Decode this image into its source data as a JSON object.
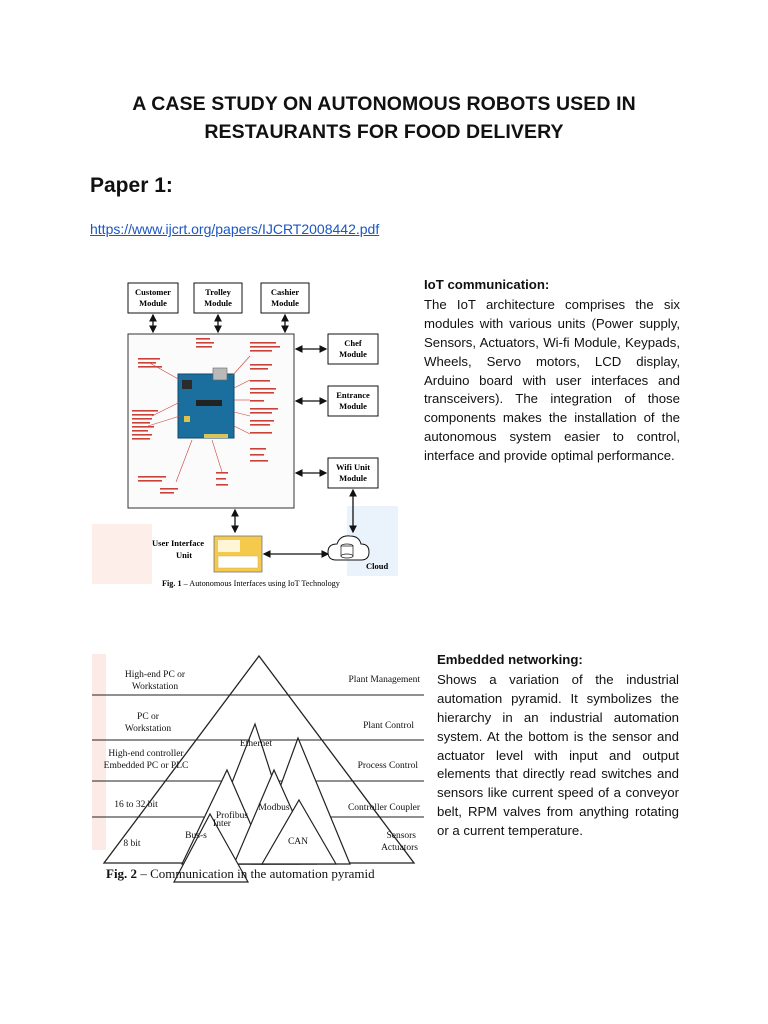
{
  "doc": {
    "title_line1": "A CASE STUDY ON AUTONOMOUS ROBOTS USED IN",
    "title_line2": "RESTAURANTS FOR FOOD DELIVERY",
    "paper_heading": "Paper 1:",
    "link": "https://www.ijcrt.org/papers/IJCRT2008442.pdf"
  },
  "section1": {
    "heading": "IoT communication:",
    "body": "The IoT architecture comprises the six modules with various units (Power supply, Sensors, Actuators, Wi-fi Module, Keypads, Wheels, Servo motors, LCD display, Arduino board with user interfaces and transceivers). The integration of those components makes the installation of the autonomous system easier to control, interface and provide optimal performance."
  },
  "section2": {
    "heading": "Embedded networking:",
    "body": "Shows a variation of the industrial automation pyramid. It symbolizes the hierarchy in an industrial automation system. At the bottom is the sensor and actuator level with input and output elements that directly read switches and sensors like current speed of a conveyor belt, RPM valves from anything rotating or a current temperature."
  },
  "figure1": {
    "customer_l1": "Customer",
    "customer_l2": "Module",
    "trolley_l1": "Trolley",
    "trolley_l2": "Module",
    "cashier_l1": "Cashier",
    "cashier_l2": "Module",
    "chef_l1": "Chef",
    "chef_l2": "Module",
    "entrance_l1": "Entrance",
    "entrance_l2": "Module",
    "wifi_l1": "Wifi Unit",
    "wifi_l2": "Module",
    "ui_l1": "User Interface",
    "ui_l2": "Unit",
    "cloud": "Cloud",
    "caption_prefix": "Fig. 1",
    "caption_text": " – Autonomous Interfaces using IoT Technology"
  },
  "figure2": {
    "left_labels": [
      "High-end PC or",
      "Workstation",
      "PC or",
      "Workstation",
      "High-end controller",
      "Embedded PC or PLC",
      "16 to 32 bit",
      "8 bit"
    ],
    "right_labels": [
      "Plant Management",
      "Plant Control",
      "Process Control",
      "Controller Coupler",
      "Sensors",
      "Actuators"
    ],
    "protocols": [
      "Ethernet",
      "Profibus",
      "Modbus",
      "Inter",
      "Bus-s",
      "CAN"
    ],
    "caption_prefix": "Fig. 2",
    "caption_text": " – Communication in the automation pyramid"
  }
}
